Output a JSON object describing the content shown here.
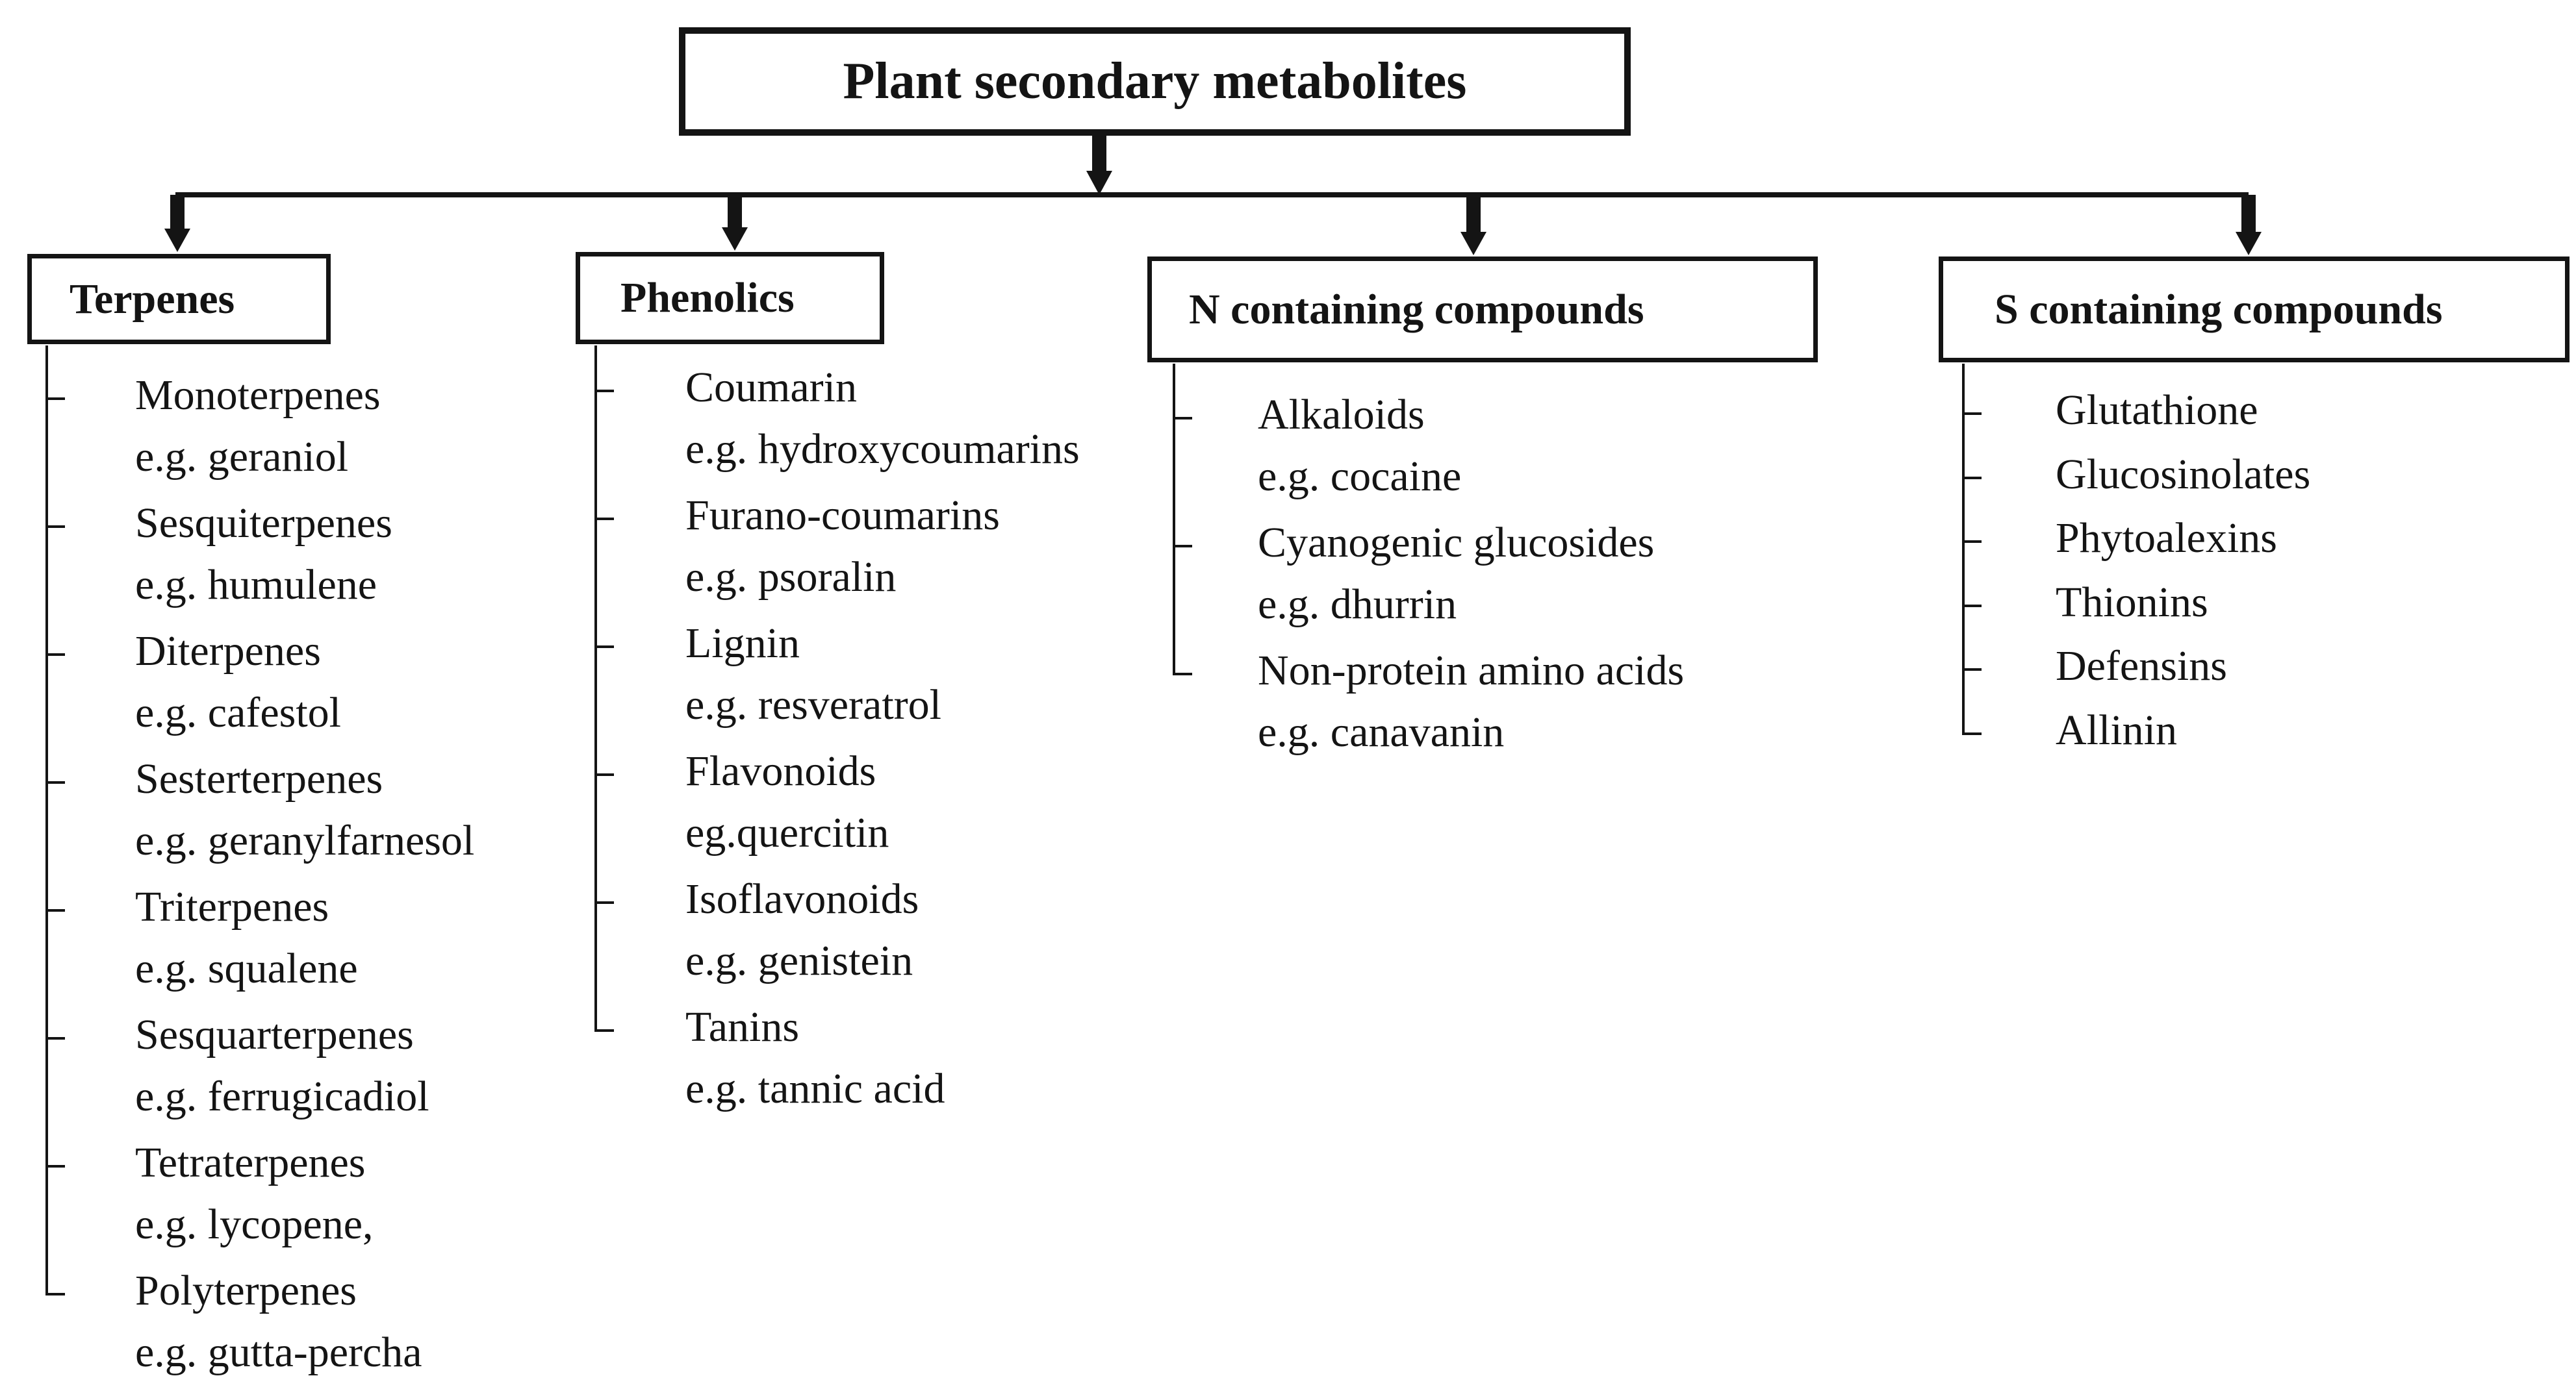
{
  "title": "Plant secondary metabolites",
  "categories": [
    {
      "key": "terpenes",
      "name": "Terpenes",
      "items": [
        {
          "name": "Monoterpenes",
          "example": "e.g. geraniol"
        },
        {
          "name": "Sesquiterpenes",
          "example": "e.g. humulene"
        },
        {
          "name": "Diterpenes",
          "example": "e.g. cafestol"
        },
        {
          "name": "Sesterterpenes",
          "example": "e.g. geranylfarnesol"
        },
        {
          "name": "Triterpenes",
          "example": "e.g. squalene"
        },
        {
          "name": "Sesquarterpenes",
          "example": "e.g. ferrugicadiol"
        },
        {
          "name": "Tetraterpenes",
          "example": "e.g. lycopene,"
        },
        {
          "name": "Polyterpenes",
          "example": "e.g. gutta-percha"
        }
      ]
    },
    {
      "key": "phenolics",
      "name": "Phenolics",
      "items": [
        {
          "name": "Coumarin",
          "example": "e.g. hydroxycoumarins"
        },
        {
          "name": "Furano-coumarins",
          "example": "e.g. psoralin"
        },
        {
          "name": "Lignin",
          "example": "e.g. resveratrol"
        },
        {
          "name": "Flavonoids",
          "example": "eg.quercitin"
        },
        {
          "name": "Isoflavonoids",
          "example": "e.g. genistein"
        },
        {
          "name": "Tanins",
          "example": "e.g. tannic acid"
        }
      ]
    },
    {
      "key": "n-containing",
      "name": "N containing compounds",
      "items": [
        {
          "name": "Alkaloids",
          "example": "e.g. cocaine"
        },
        {
          "name": "Cyanogenic glucosides",
          "example": "e.g. dhurrin"
        },
        {
          "name": "Non-protein amino acids",
          "example": "e.g. canavanin"
        }
      ]
    },
    {
      "key": "s-containing",
      "name": "S containing compounds",
      "items": [
        {
          "name": "Glutathione"
        },
        {
          "name": "Glucosinolates"
        },
        {
          "name": "Phytoalexins"
        },
        {
          "name": "Thionins"
        },
        {
          "name": "Defensins"
        },
        {
          "name": "Allinin"
        }
      ]
    }
  ]
}
